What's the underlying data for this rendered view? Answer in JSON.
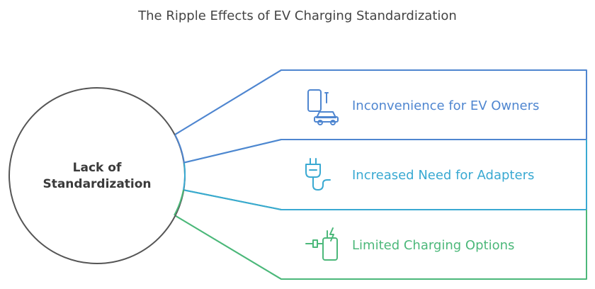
{
  "title": "The Ripple Effects of EV Charging Standardization",
  "center": {
    "line1": "Lack of",
    "line2": "Standardization"
  },
  "items": [
    {
      "label": "Inconvenience for EV Owners",
      "icon": "phone-car-icon",
      "color": "#4f86d0"
    },
    {
      "label": "Increased Need for Adapters",
      "icon": "plug-adapter-icon",
      "color": "#39a9d2"
    },
    {
      "label": "Limited Charging Options",
      "icon": "charging-battery-icon",
      "color": "#4cb87a"
    }
  ]
}
